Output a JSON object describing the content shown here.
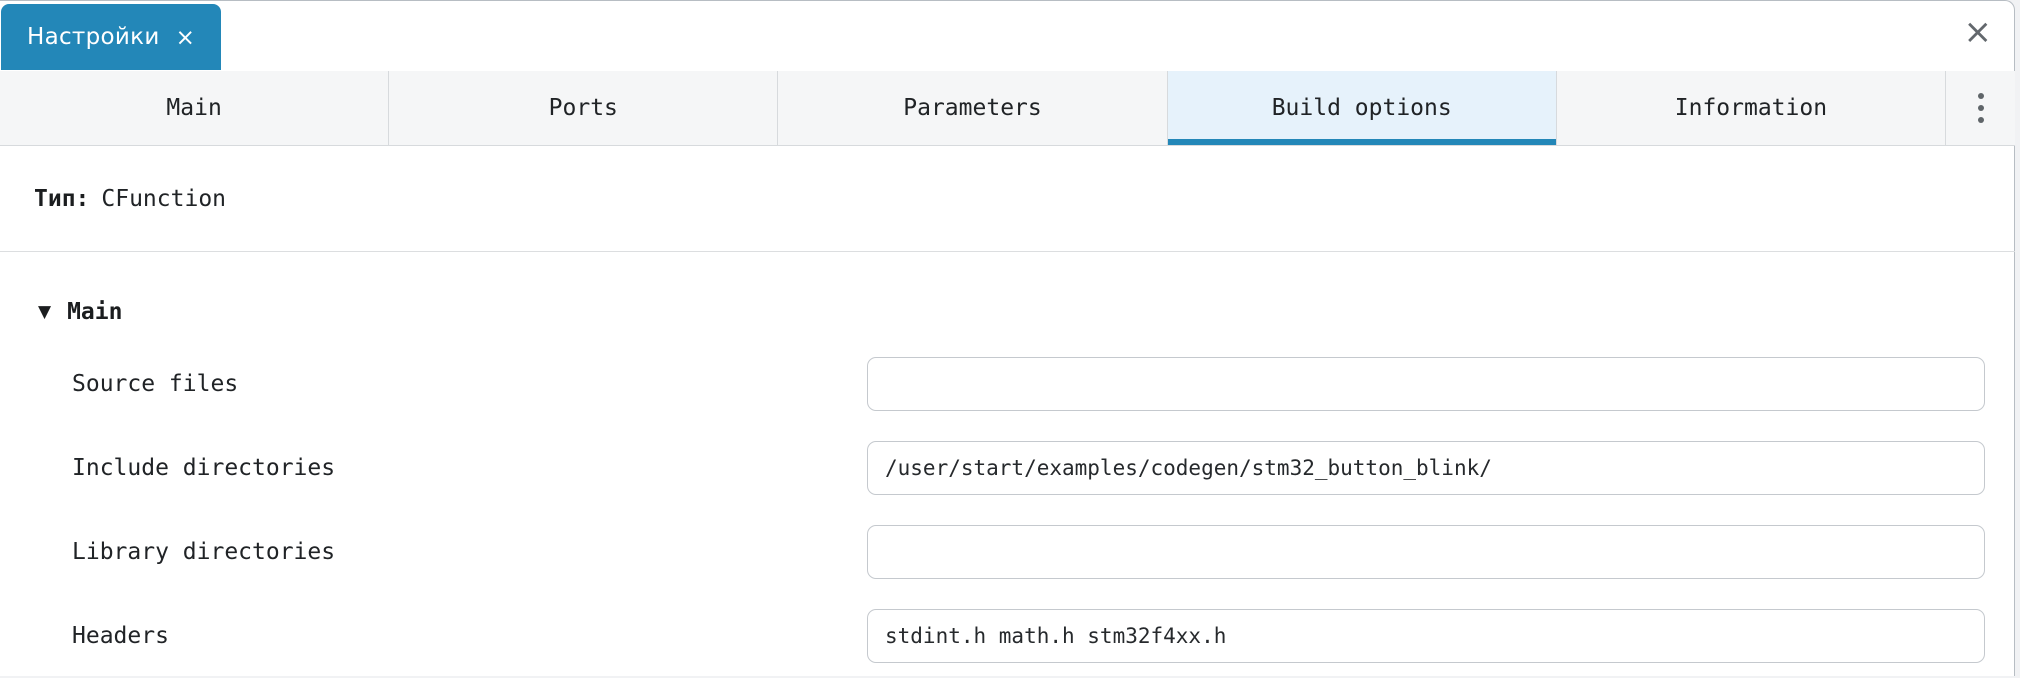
{
  "panel": {
    "doc_tab": {
      "title": "Настройки",
      "close_icon": "×"
    },
    "close_icon": "×"
  },
  "tab_bar": {
    "tabs": [
      {
        "label": "Main",
        "active": false
      },
      {
        "label": "Ports",
        "active": false
      },
      {
        "label": "Parameters",
        "active": false
      },
      {
        "label": "Build options",
        "active": true
      },
      {
        "label": "Information",
        "active": false
      }
    ],
    "overflow_menu_icon": "kebab-vertical-icon"
  },
  "type_row": {
    "label": "Тип:",
    "value": "CFunction"
  },
  "section": {
    "collapse_icon": "▼",
    "title": "Main"
  },
  "fields": [
    {
      "label": "Source files",
      "value": ""
    },
    {
      "label": "Include directories",
      "value": "/user/start/examples/codegen/stm32_button_blink/"
    },
    {
      "label": "Library directories",
      "value": ""
    },
    {
      "label": "Headers",
      "value": "stdint.h math.h stm32f4xx.h"
    }
  ],
  "colors": {
    "accent": "#2387b8",
    "active_tab_bg": "#e6f2fb",
    "tab_bg": "#f5f6f7",
    "panel_border": "#b7bdc3",
    "input_border": "#c5c9ce"
  }
}
